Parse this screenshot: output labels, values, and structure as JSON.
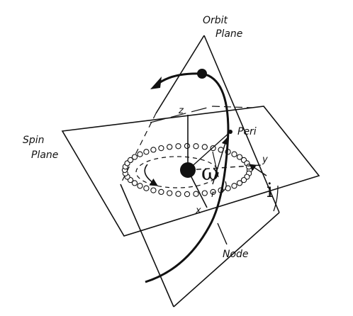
{
  "labels": {
    "orbit_line1": "Orbit",
    "orbit_line2": "Plane",
    "spin_line1": "Spin",
    "spin_line2": "Plane",
    "peri": "Peri",
    "node": "Node",
    "axis_z": "z",
    "axis_x": "x",
    "axis_y": "y",
    "axis_r": "r",
    "omega": "ω",
    "inclination": "i"
  }
}
